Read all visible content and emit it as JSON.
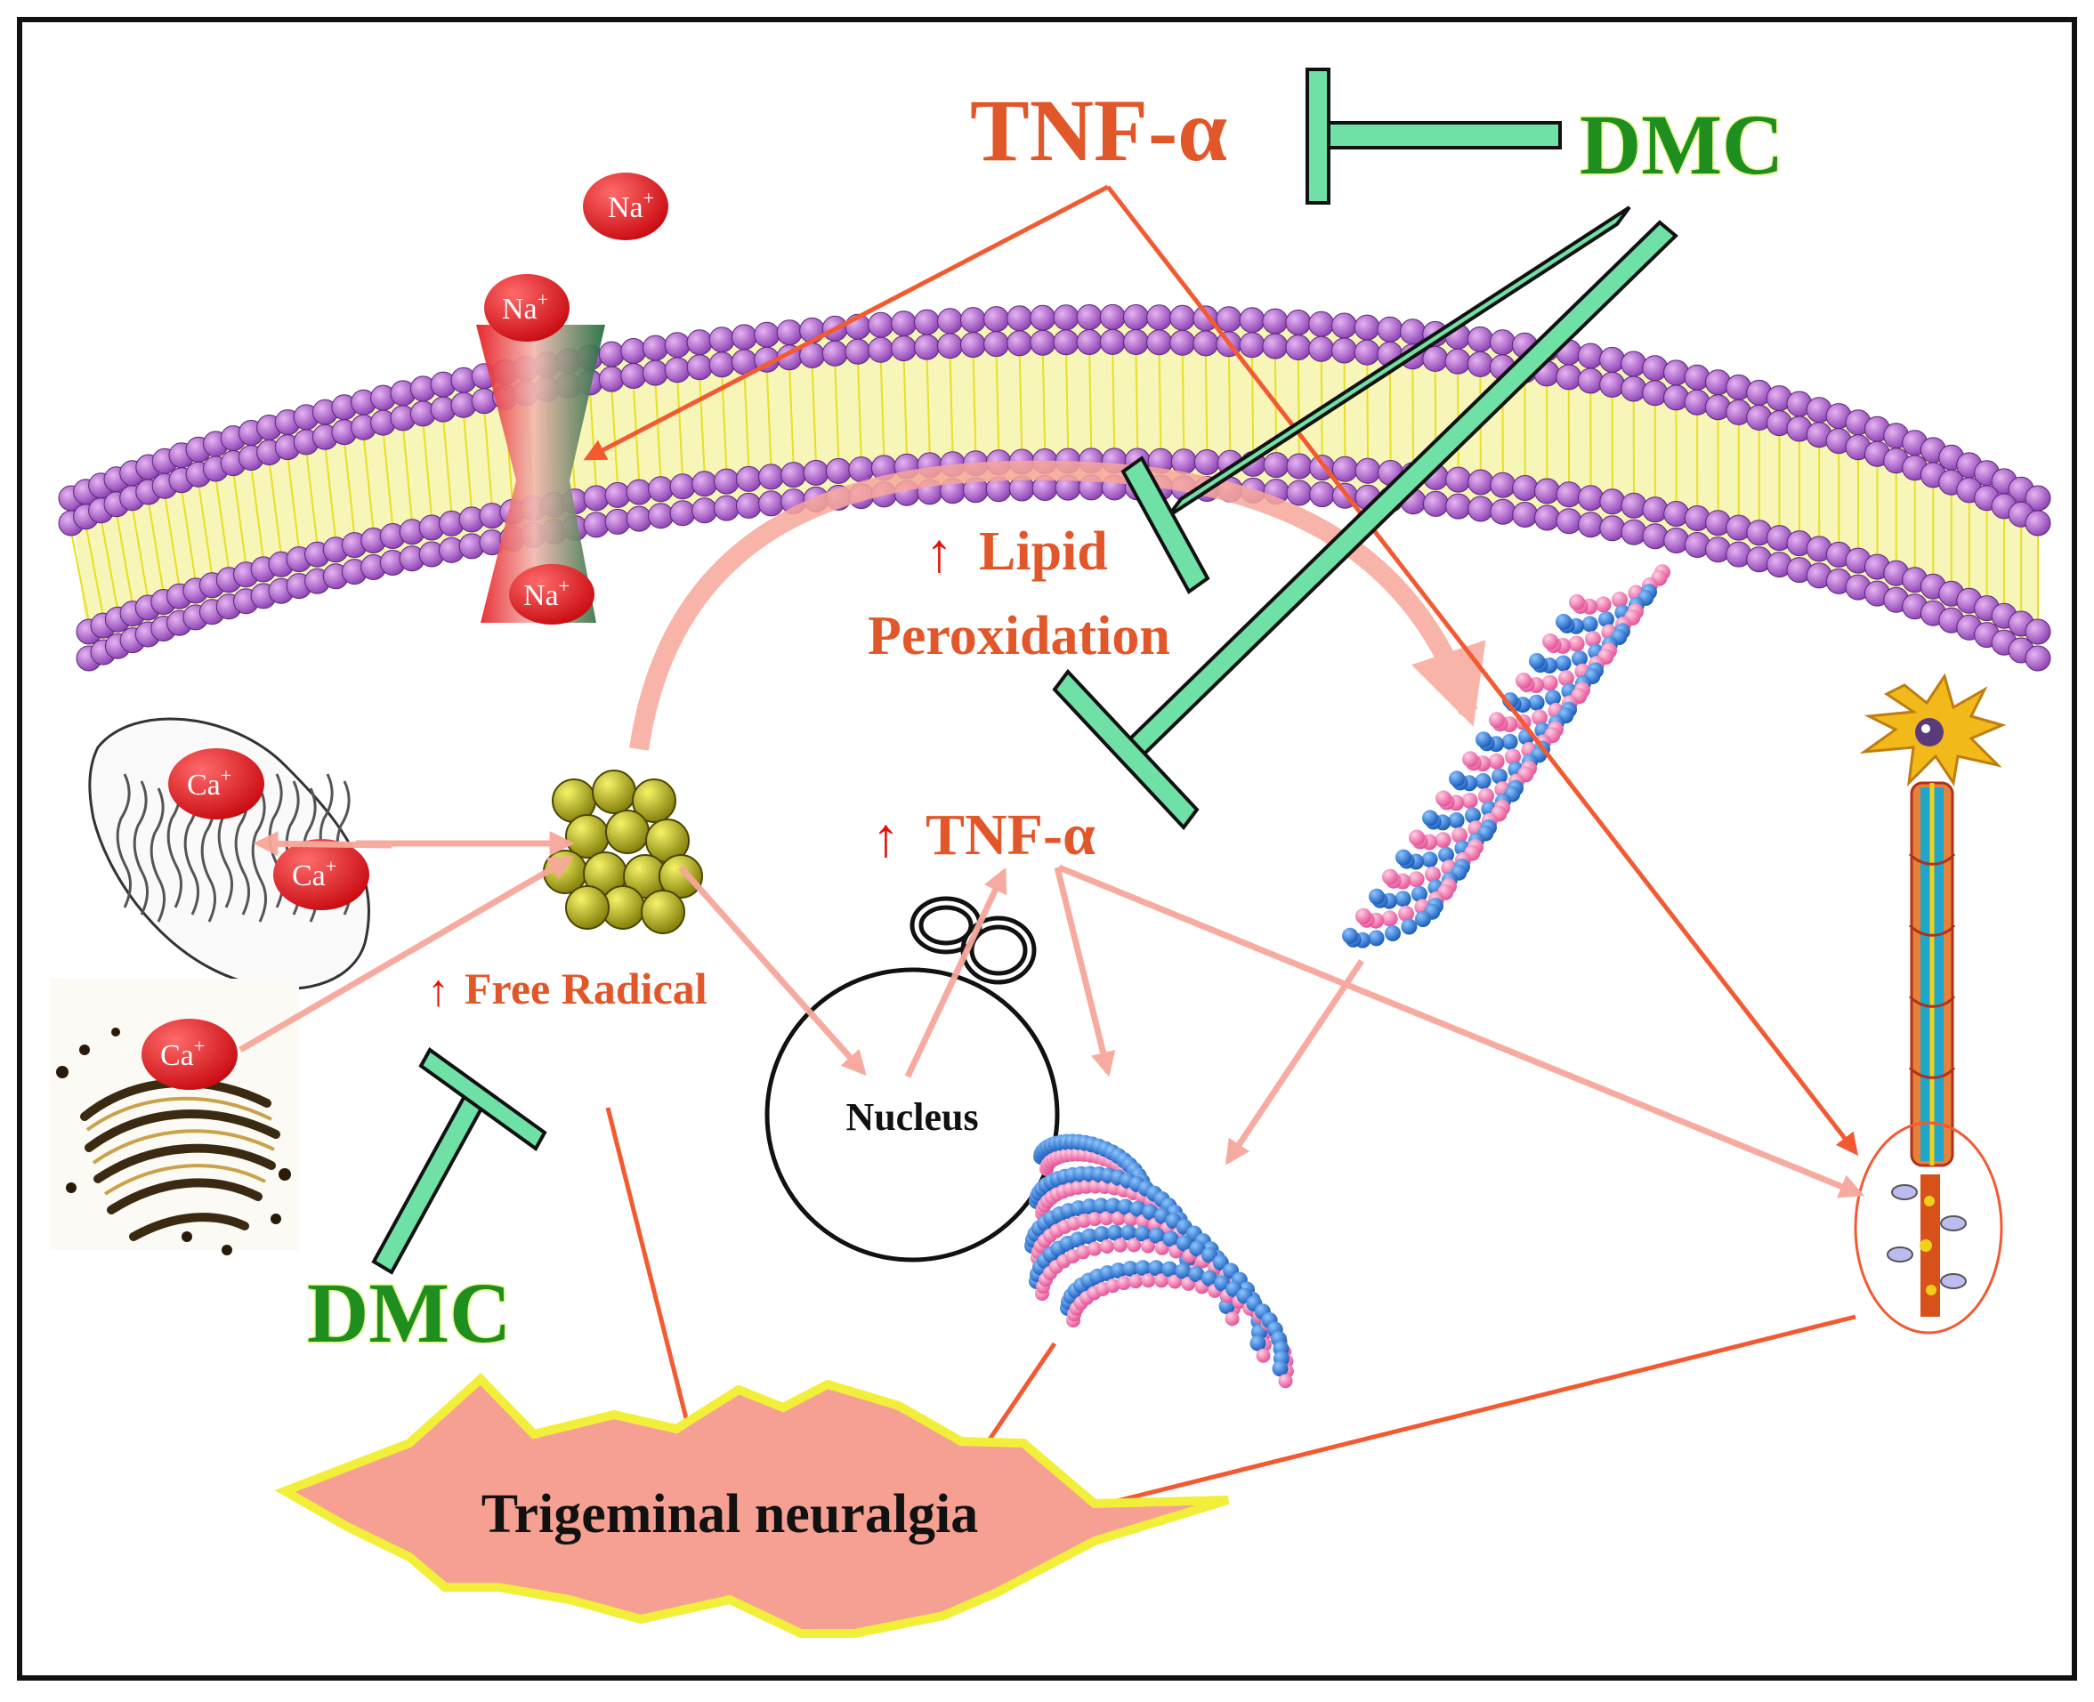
{
  "colors": {
    "frame": "#111111",
    "inhibitor_fill": "#6fe0a6",
    "activation_arrow": "#f25a32",
    "pathway_arrow": "#f7a79b",
    "membrane_head": "#9b4ec0",
    "membrane_tail": "#f4f25a",
    "ion": "#e0141c",
    "microtubule_pink": "#ef6fa8",
    "microtubule_blue": "#1b78d8",
    "free_radical": "#c9c414",
    "outcome_burst": "#f6a093",
    "outcome_burst_edge": "#f2ef3a"
  },
  "labels": {
    "tnf_top": "TNF-α",
    "dmc_top": "DMC",
    "lipid": "Lipid",
    "peroxidation": "Peroxidation",
    "tnf_mid": "TNF-α",
    "free_radical": "Free Radical",
    "nucleus": "Nucleus",
    "dmc_bottom": "DMC",
    "outcome": "Trigeminal neuralgia",
    "up_arrow": "↑"
  },
  "ions": {
    "na_1": "Na",
    "na_2": "Na",
    "na_3": "Na",
    "ca_1": "Ca",
    "ca_2": "Ca",
    "ca_3": "Ca",
    "charge": "+"
  },
  "icons": [
    "sodium-channel-icon",
    "mitochondrion-icon",
    "endoplasmic-reticulum-icon",
    "free-radical-cluster-icon",
    "nucleus-icon",
    "microtubule-icon",
    "neuron-icon"
  ]
}
